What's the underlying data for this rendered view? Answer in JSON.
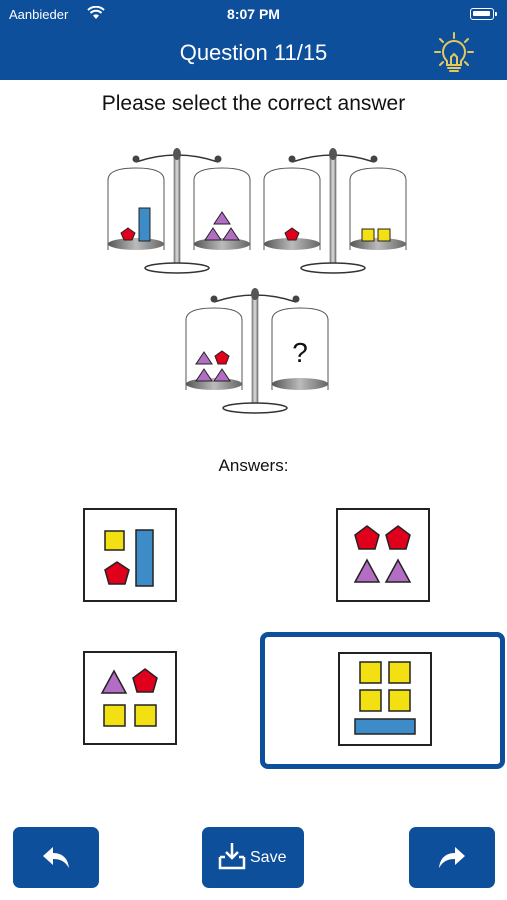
{
  "status_bar": {
    "carrier": "Aanbieder",
    "time": "8:07 PM"
  },
  "header": {
    "title": "Question 11/15",
    "hint_icon": "lightbulb-icon"
  },
  "prompt": "Please select the correct answer",
  "scales": [
    {
      "left_contents": [
        "pentagon",
        "rectangle"
      ],
      "right_contents": [
        "triangle",
        "triangle",
        "triangle"
      ]
    },
    {
      "left_contents": [
        "pentagon"
      ],
      "right_contents": [
        "square",
        "square"
      ]
    },
    {
      "left_contents": [
        "triangle",
        "pentagon",
        "triangle",
        "triangle"
      ],
      "right_label": "?"
    }
  ],
  "answers_label": "Answers:",
  "answers": [
    {
      "shapes": [
        "square",
        "pentagon",
        "rectangle"
      ],
      "selected": false
    },
    {
      "shapes": [
        "pentagon",
        "pentagon",
        "triangle",
        "triangle"
      ],
      "selected": false
    },
    {
      "shapes": [
        "triangle",
        "pentagon",
        "square",
        "square"
      ],
      "selected": false
    },
    {
      "shapes": [
        "square",
        "square",
        "square",
        "square",
        "rectangle"
      ],
      "selected": true
    }
  ],
  "footer": {
    "back_icon": "reply-back-icon",
    "save_label": "Save",
    "save_icon": "save-tray-icon",
    "forward_icon": "forward-arrow-icon"
  },
  "colors": {
    "primary": "#0d4f9a",
    "pentagon": "#e0001b",
    "triangle": "#b36ec4",
    "square": "#f2e012",
    "rectangle": "#3d8cc8"
  }
}
